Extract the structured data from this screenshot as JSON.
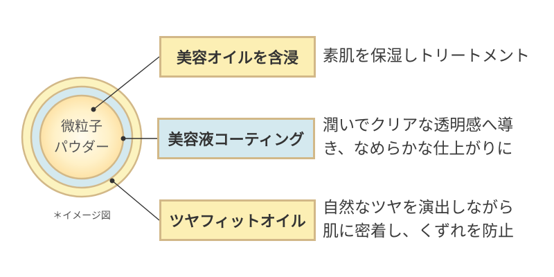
{
  "core": {
    "line1": "微粒子",
    "line2": "パウダー"
  },
  "note": "＊イメージ図",
  "layers": [
    {
      "label": "美容オイルを含浸",
      "desc_lines": [
        "素肌を保湿しトリートメント"
      ]
    },
    {
      "label": "美容液コーティング",
      "desc_lines": [
        "潤いでクリアな透明感へ導",
        "き、なめらかな仕上がりに"
      ]
    },
    {
      "label": "ツヤフィットオイル",
      "desc_lines": [
        "自然なツヤを演出しながら",
        "肌に密着し、くずれを防止"
      ]
    }
  ],
  "colors": {
    "outer_ring": "#fcf3bf",
    "ring_border": "#d2b888",
    "middle_ring": "#d4e9ef",
    "core": "#fde2a6",
    "oil_box": "#fcefb4",
    "serum_box": "#d4e9ef",
    "line": "#333333"
  }
}
